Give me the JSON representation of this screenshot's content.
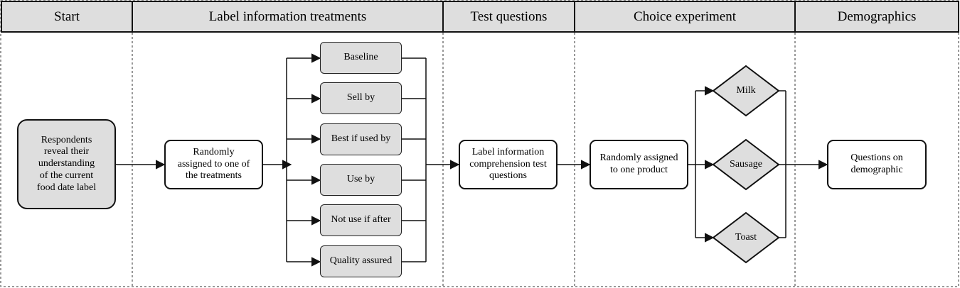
{
  "lanes": [
    {
      "title": "Start"
    },
    {
      "title": "Label information treatments"
    },
    {
      "title": "Test questions"
    },
    {
      "title": "Choice experiment"
    },
    {
      "title": "Demographics"
    }
  ],
  "start_node": "Respondents\nreveal their\nunderstanding\nof the current\nfood date label",
  "assign_treatment": "Randomly\nassigned to one of\nthe treatments",
  "treatments": [
    "Baseline",
    "Sell by",
    "Best if used by",
    "Use by",
    "Not use if after",
    "Quality assured"
  ],
  "test_questions": "Label information\ncomprehension test\nquestions",
  "assign_product": "Randomly assigned\nto one product",
  "products": [
    "Milk",
    "Sausage",
    "Toast"
  ],
  "demographics": "Questions on\ndemographic"
}
